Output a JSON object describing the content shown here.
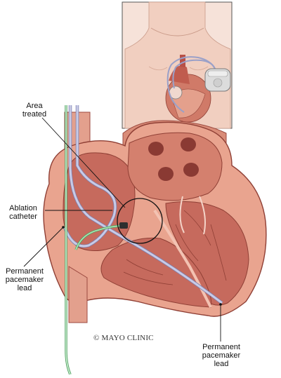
{
  "labels": {
    "area_treated": [
      "Area",
      "treated"
    ],
    "ablation_catheter": [
      "Ablation",
      "catheter"
    ],
    "pacemaker_lead_left": [
      "Permanent",
      "pacemaker",
      "lead"
    ],
    "pacemaker_lead_bottom": [
      "Permanent",
      "pacemaker",
      "lead"
    ]
  },
  "copyright": "© MAYO CLINIC",
  "colors": {
    "heart_muscle": "#e9a48f",
    "heart_inner": "#c8645a",
    "heart_dark": "#a8483f",
    "lead_wire": "#c9cbe6",
    "catheter_wire": "#8fd19a",
    "pacemaker": "#d9d9d9",
    "skin": "#f1cfc0"
  }
}
